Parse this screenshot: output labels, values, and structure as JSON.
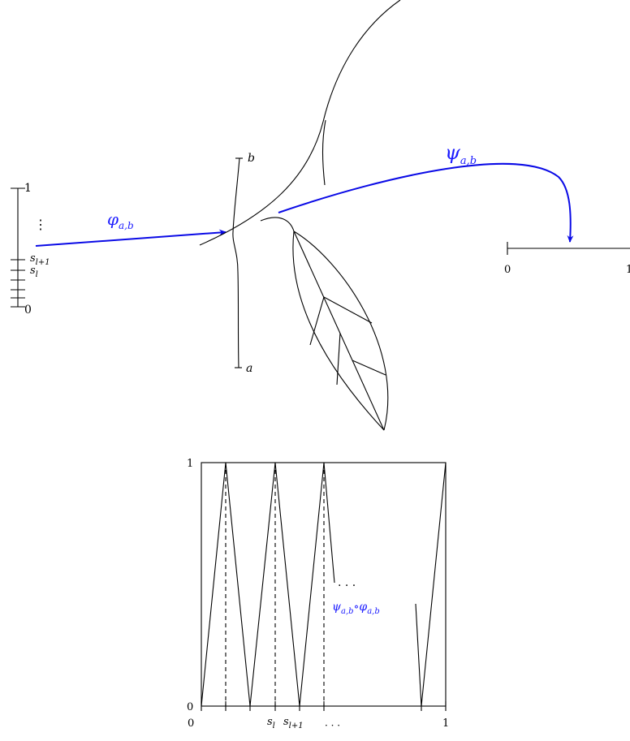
{
  "left_scale": {
    "top_label": "1",
    "bottom_label": "0",
    "dots": "⋮",
    "s_l1_label": "s",
    "s_l1_sub": "l+1",
    "s_l_label": "s",
    "s_l_sub": "l"
  },
  "maps": {
    "phi_label": "φ",
    "phi_sub": "a,b",
    "psi_label": "ψ",
    "psi_sub": "a,b"
  },
  "arc_endpoints": {
    "b_label": "b",
    "a_label": "a"
  },
  "unit_interval": {
    "left_label": "0",
    "right_label": "1"
  },
  "graph": {
    "y_top_label": "1",
    "y_bottom_label": "0",
    "x_left_label": "0",
    "x_right_label": "1",
    "x_s_l": "s",
    "x_s_l_sub": "l",
    "x_s_l1": "s",
    "x_s_l1_sub": "l+1",
    "x_dots": "· · ·",
    "inner_dots": ". . .",
    "composition_label": "ψ",
    "composition_sub1": "a,b",
    "composition_circ": "∘",
    "composition_phi": "φ",
    "composition_sub2": "a,b"
  },
  "colors": {
    "accent": "#0a0ae6"
  }
}
